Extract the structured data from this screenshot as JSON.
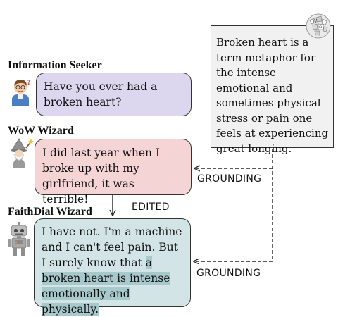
{
  "knowledge_snippet": "Broken heart is a term metaphor for the intense emotional and sometimes physical stress or pain one feels at experiencing great longing.",
  "seeker": {
    "label": "Information Seeker",
    "utterance": "Have you ever had a broken heart?"
  },
  "wow_wizard": {
    "label": "WoW Wizard",
    "utterance": "I did last year when I broke up with my girlfriend, it was terrible!"
  },
  "edited_label": "EDITED",
  "faithdial_wizard": {
    "label": "FaithDial Wizard",
    "utterance_plain": "I have not. I'm a machine and I can't feel pain. But I surely know that ",
    "utterance_grounded": "a broken heart is intense emotionally and physically."
  },
  "grounding_labels": [
    "GROUNDING",
    "GROUNDING"
  ],
  "icons": {
    "knowledge_source": "wikipedia-globe-icon",
    "seeker": "person-avatar-icon",
    "wow": "wizard-avatar-icon",
    "faithdial": "robot-avatar-icon"
  },
  "colors": {
    "seeker_bubble": "#dcd6ee",
    "wow_bubble": "#f4d4d4",
    "faithdial_bubble": "#d3e4e6",
    "grounded_highlight": "#a7c9cc",
    "knowledge_box": "#f1f1f1"
  }
}
